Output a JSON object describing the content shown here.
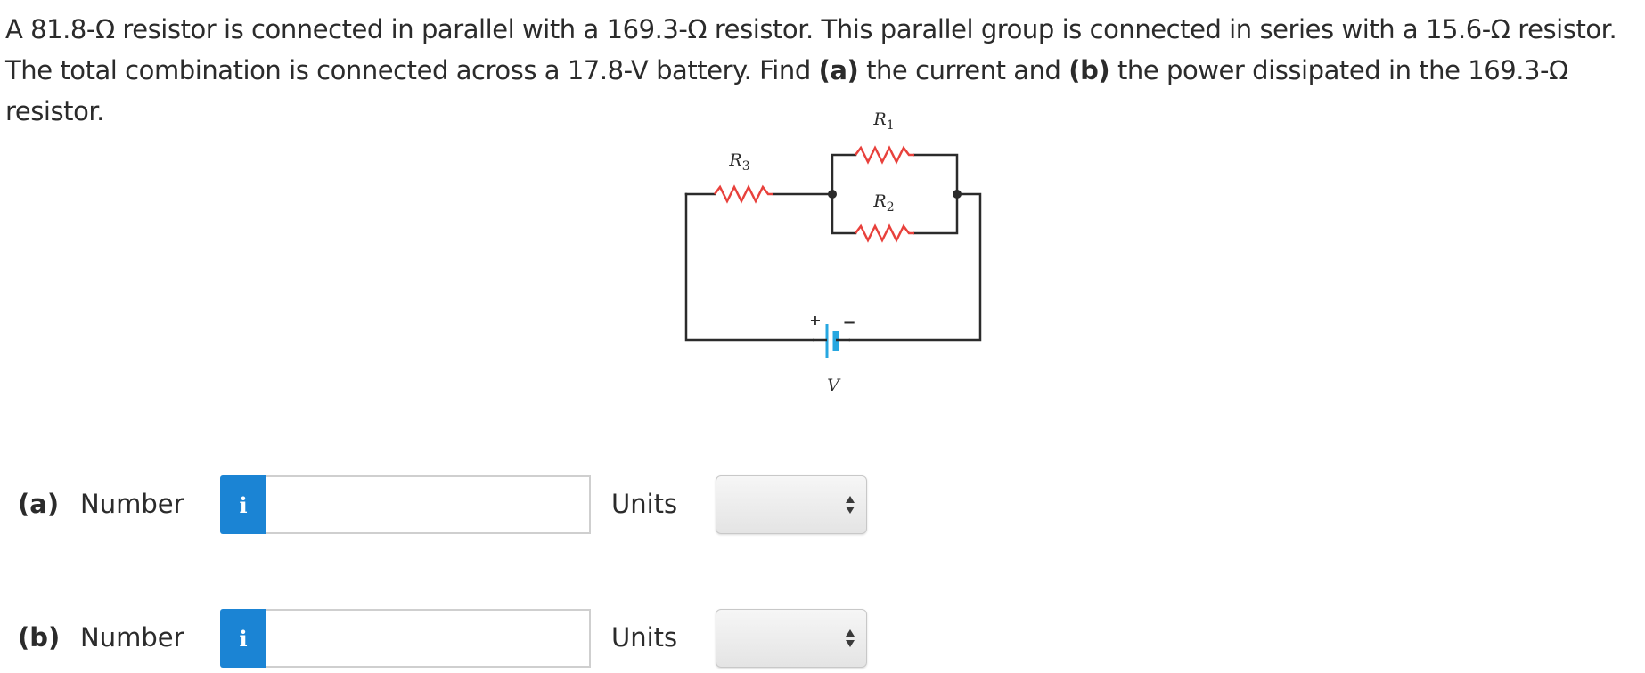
{
  "question": {
    "seg1": "A 81.8-Ω resistor is connected in parallel with a 169.3-Ω resistor. This parallel group is connected in series with a 15.6-Ω resistor. The total combination is connected across a 17.8-V battery. Find ",
    "part_a_tag": "(a)",
    "seg2": " the current and ",
    "part_b_tag": "(b)",
    "seg3": " the power dissipated in the 169.3-Ω resistor."
  },
  "circuit": {
    "r1_label": "R",
    "r1_sub": "1",
    "r2_label": "R",
    "r2_sub": "2",
    "r3_label": "R",
    "r3_sub": "3",
    "battery_plus": "+",
    "battery_minus": "−",
    "battery_label": "V",
    "colors": {
      "wire": "#2b2b2b",
      "resistor": "#e8413c",
      "battery": "#27a7e0"
    }
  },
  "answers": [
    {
      "part": "(a)",
      "number_label": "Number",
      "info_icon": "i",
      "value": "",
      "units_label": "Units",
      "units_value": ""
    },
    {
      "part": "(b)",
      "number_label": "Number",
      "info_icon": "i",
      "value": "",
      "units_label": "Units",
      "units_value": ""
    }
  ],
  "colors": {
    "info_button": "#1b84d4",
    "text": "#2b2b2b"
  }
}
